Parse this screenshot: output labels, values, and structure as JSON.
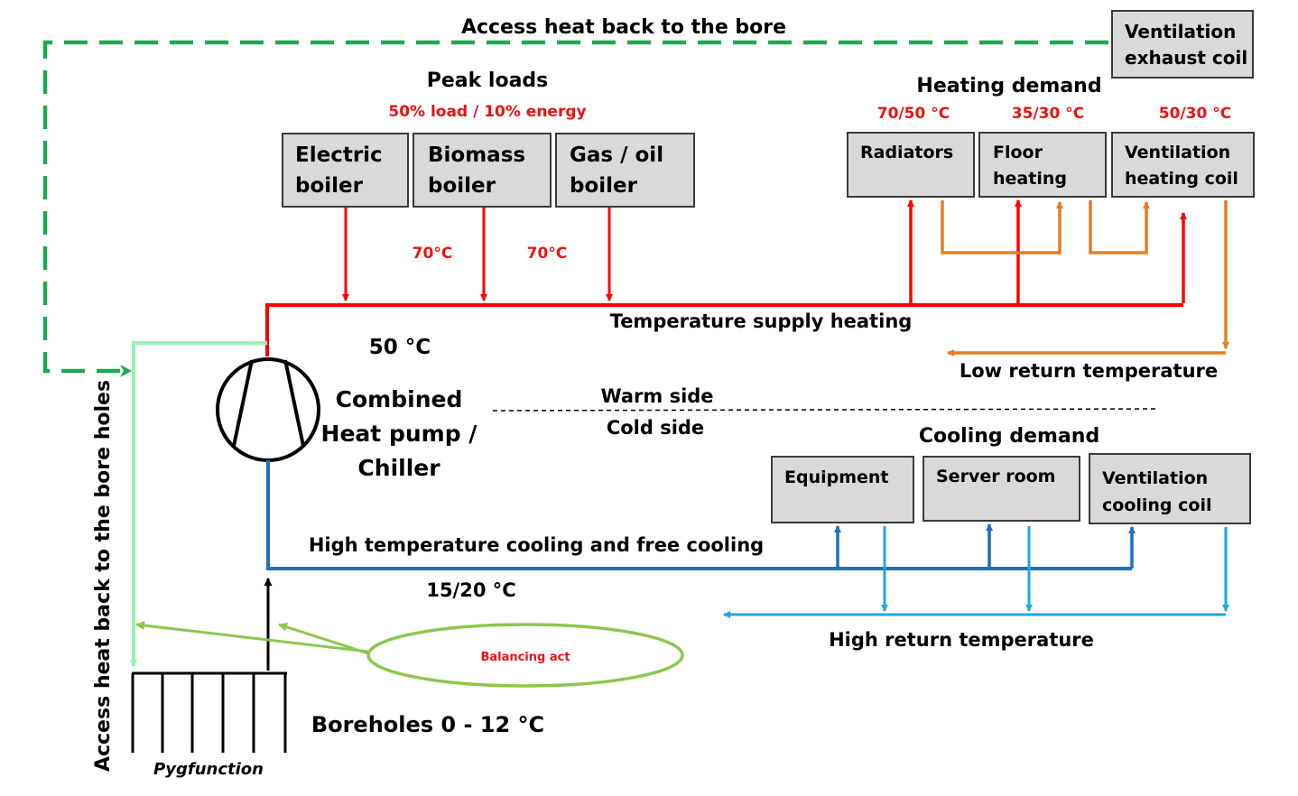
{
  "colors": {
    "supply_heating": "#ff0000",
    "return_heating": "#e67e22",
    "supply_cooling": "#1f6fbf",
    "return_cooling": "#1ea7e1",
    "bore_return_dashed": "#1aaa55",
    "bore_return_light": "#99f2b5",
    "balancing": "#8cc84b",
    "label_red": "#ee1111"
  },
  "top": {
    "access_bore_label": "Access heat back to the bore",
    "ventilation_exhaust": {
      "line1": "Ventilation",
      "line2": "exhaust coil"
    }
  },
  "peak": {
    "title": "Peak loads",
    "subtitle": "50% load / 10% energy",
    "boilers": [
      {
        "line1": "Electric",
        "line2": "boiler"
      },
      {
        "line1": "Biomass",
        "line2": "boiler"
      },
      {
        "line1": "Gas / oil",
        "line2": "boiler"
      }
    ],
    "temp1": "70°C",
    "temp2": "70°C"
  },
  "heating": {
    "title": "Heating demand",
    "temps": [
      "70/50 °C",
      "35/30 °C",
      "50/30 °C"
    ],
    "units": [
      {
        "line1": "Radiators",
        "line2": ""
      },
      {
        "line1": "Floor",
        "line2": "heating"
      },
      {
        "line1": "Ventilation",
        "line2": "heating coil"
      }
    ],
    "supply_label": "Temperature supply heating",
    "return_label": "Low return temperature"
  },
  "heatpump": {
    "temp_label": "50 °C",
    "label_line1": "Combined",
    "label_line2": "Heat pump /",
    "label_line3": "Chiller"
  },
  "sides": {
    "warm": "Warm side",
    "cold": "Cold side"
  },
  "cooling": {
    "title": "Cooling demand",
    "units": [
      {
        "line1": "Equipment",
        "line2": ""
      },
      {
        "line1": "Server room",
        "line2": ""
      },
      {
        "line1": "Ventilation",
        "line2": "cooling coil"
      }
    ],
    "supply_label": "High temperature cooling and free cooling",
    "temp_label": "15/20 °C",
    "return_label": "High return temperature"
  },
  "boreholes": {
    "label": "Boreholes 0 - 12 °C",
    "tool_label": "Pygfunction",
    "vertical_label": "Access heat back to the bore holes",
    "balancing": "Balancing act"
  }
}
